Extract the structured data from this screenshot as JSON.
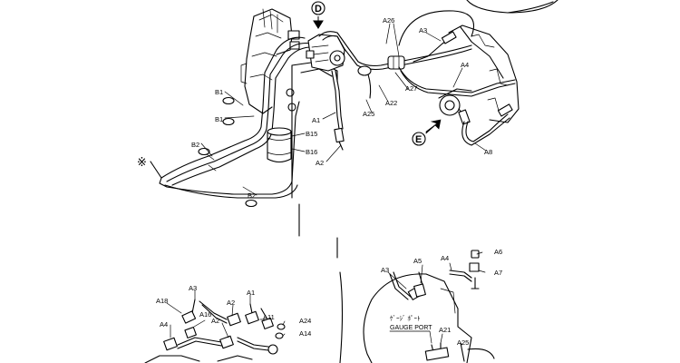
{
  "diagram": {
    "view_labels": {
      "d": "D",
      "e": "E",
      "mark": "※"
    },
    "callouts": {
      "a26": "A26",
      "a3": "A3",
      "a4": "A4",
      "a27": "A27",
      "a22": "A22",
      "a25": "A25",
      "a1": "A1",
      "a2": "A2",
      "a8": "A8",
      "b1a": "B1",
      "b1b": "B1",
      "b2a": "B2",
      "b2b": "B2",
      "b15": "B15",
      "b16": "B16"
    },
    "lower_left": {
      "a3": "A3",
      "a18": "A18",
      "a16": "A16",
      "a2a": "A2",
      "a1": "A1",
      "a2b": "A2",
      "a11": "A11",
      "a4": "A4",
      "a24": "A24",
      "a14": "A14"
    },
    "lower_right": {
      "a3": "A3",
      "a5": "A5",
      "a4": "A4",
      "a6": "A6",
      "a7": "A7",
      "a21": "A21",
      "a25": "A25",
      "gauge_jp": "ｹﾞｰｼﾞ ﾎﾟｰﾄ",
      "gauge_en": "GAUGE PORT"
    }
  }
}
